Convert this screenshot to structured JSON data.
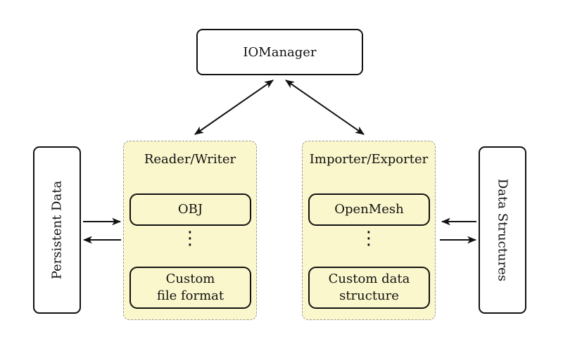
{
  "colors": {
    "background": "#FFFFFF",
    "group_fill": "#FBF7CC",
    "group_border_dashed": "#9B9B9B",
    "node_fill": "#FFFFFF",
    "node_border": "#111111",
    "arrow": "#111111"
  },
  "nodes": {
    "iomanager": "IOManager",
    "persistent_data": "Persistent Data",
    "data_structures": "Data Structures"
  },
  "groups": {
    "reader_writer": {
      "title": "Reader/Writer",
      "top_item": "OBJ",
      "ellipsis": "⋮",
      "bottom_item_line1": "Custom",
      "bottom_item_line2": "file format"
    },
    "importer_exporter": {
      "title": "Importer/Exporter",
      "top_item": "OpenMesh",
      "ellipsis": "⋮",
      "bottom_item_line1": "Custom data",
      "bottom_item_line2": "structure"
    }
  }
}
